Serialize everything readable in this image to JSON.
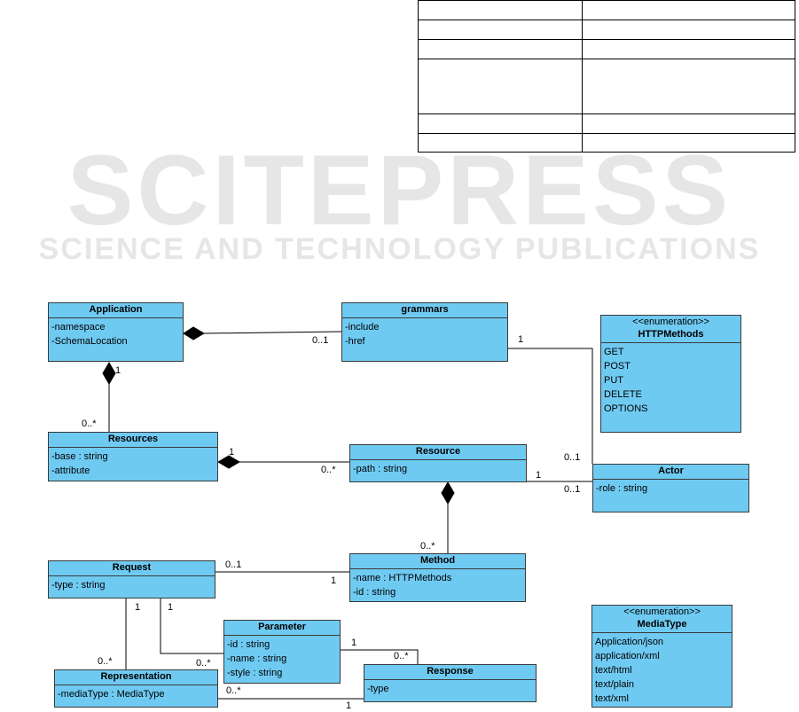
{
  "watermark": {
    "title": "SCITEPRESS",
    "subtitle": "SCIENCE AND TECHNOLOGY PUBLICATIONS"
  },
  "classes": {
    "application": {
      "name": "Application",
      "attrs": [
        "-namespace",
        "-SchemaLocation"
      ]
    },
    "grammars": {
      "name": "grammars",
      "attrs": [
        "-include",
        "-href"
      ]
    },
    "http_methods": {
      "stereotype": "<<enumeration>>",
      "name": "HTTPMethods",
      "attrs": [
        "GET",
        "POST",
        "PUT",
        "DELETE",
        "OPTIONS"
      ]
    },
    "resources": {
      "name": "Resources",
      "attrs": [
        "-base : string",
        "-attribute"
      ]
    },
    "resource": {
      "name": "Resource",
      "attrs": [
        "-path : string"
      ]
    },
    "actor": {
      "name": "Actor",
      "attrs": [
        "-role : string"
      ]
    },
    "request": {
      "name": "Request",
      "attrs": [
        "-type : string"
      ]
    },
    "method": {
      "name": "Method",
      "attrs": [
        "-name : HTTPMethods",
        "-id : string"
      ]
    },
    "parameter": {
      "name": "Parameter",
      "attrs": [
        "-id : string",
        "-name : string",
        "-style : string"
      ]
    },
    "representation": {
      "name": "Representation",
      "attrs": [
        "-mediaType : MediaType"
      ]
    },
    "response": {
      "name": "Response",
      "attrs": [
        "-type"
      ]
    },
    "media_type": {
      "stereotype": "<<enumeration>>",
      "name": "MediaType",
      "attrs": [
        "Application/json",
        "application/xml",
        "text/html",
        "text/plain",
        "text/xml"
      ]
    }
  },
  "multiplicities": {
    "app_grammars": "0..1",
    "app_side": "1",
    "app_resources": "0..*",
    "grammars_actor": "1",
    "resources_side": "1",
    "resources_resource": "0..*",
    "actor_grammars": "0..1",
    "resource_actor": "1",
    "actor_resource": "0..1",
    "method_many": "0..*",
    "request_method": "0..1",
    "method_request": "1",
    "request_repr": "1",
    "request_param": "1",
    "repr_many": "0..*",
    "param_many": "0..*",
    "param_response": "1",
    "response_param": "0..*",
    "repr_response": "0..*",
    "response_repr": "1"
  }
}
